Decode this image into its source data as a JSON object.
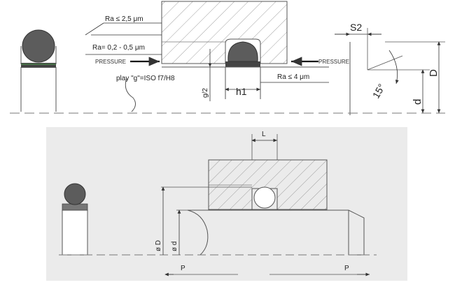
{
  "top": {
    "ra_top": "Ra ≤ 2,5 μm",
    "ra_mid": "Ra= 0,2 - 0,5 μm",
    "pressure_left": "PRESSURE",
    "pressure_right": "PRESSURE",
    "play": "play \"g\"=ISO f7/H8",
    "ra_bottom": "Ra ≤ 4 μm",
    "g2": "g/2",
    "h1": "h1",
    "s2": "S2",
    "angle": "15°",
    "d_small": "d",
    "d_big": "D"
  },
  "bottom": {
    "L": "L",
    "oD": "ø D",
    "od": "ø d",
    "p_left": "P",
    "p_right": "P"
  },
  "colors": {
    "line": "#444444",
    "oring": "#5c5c5c",
    "backup": "#444444",
    "panel": "#ebebeb",
    "hatch": "#9a9a9a"
  }
}
